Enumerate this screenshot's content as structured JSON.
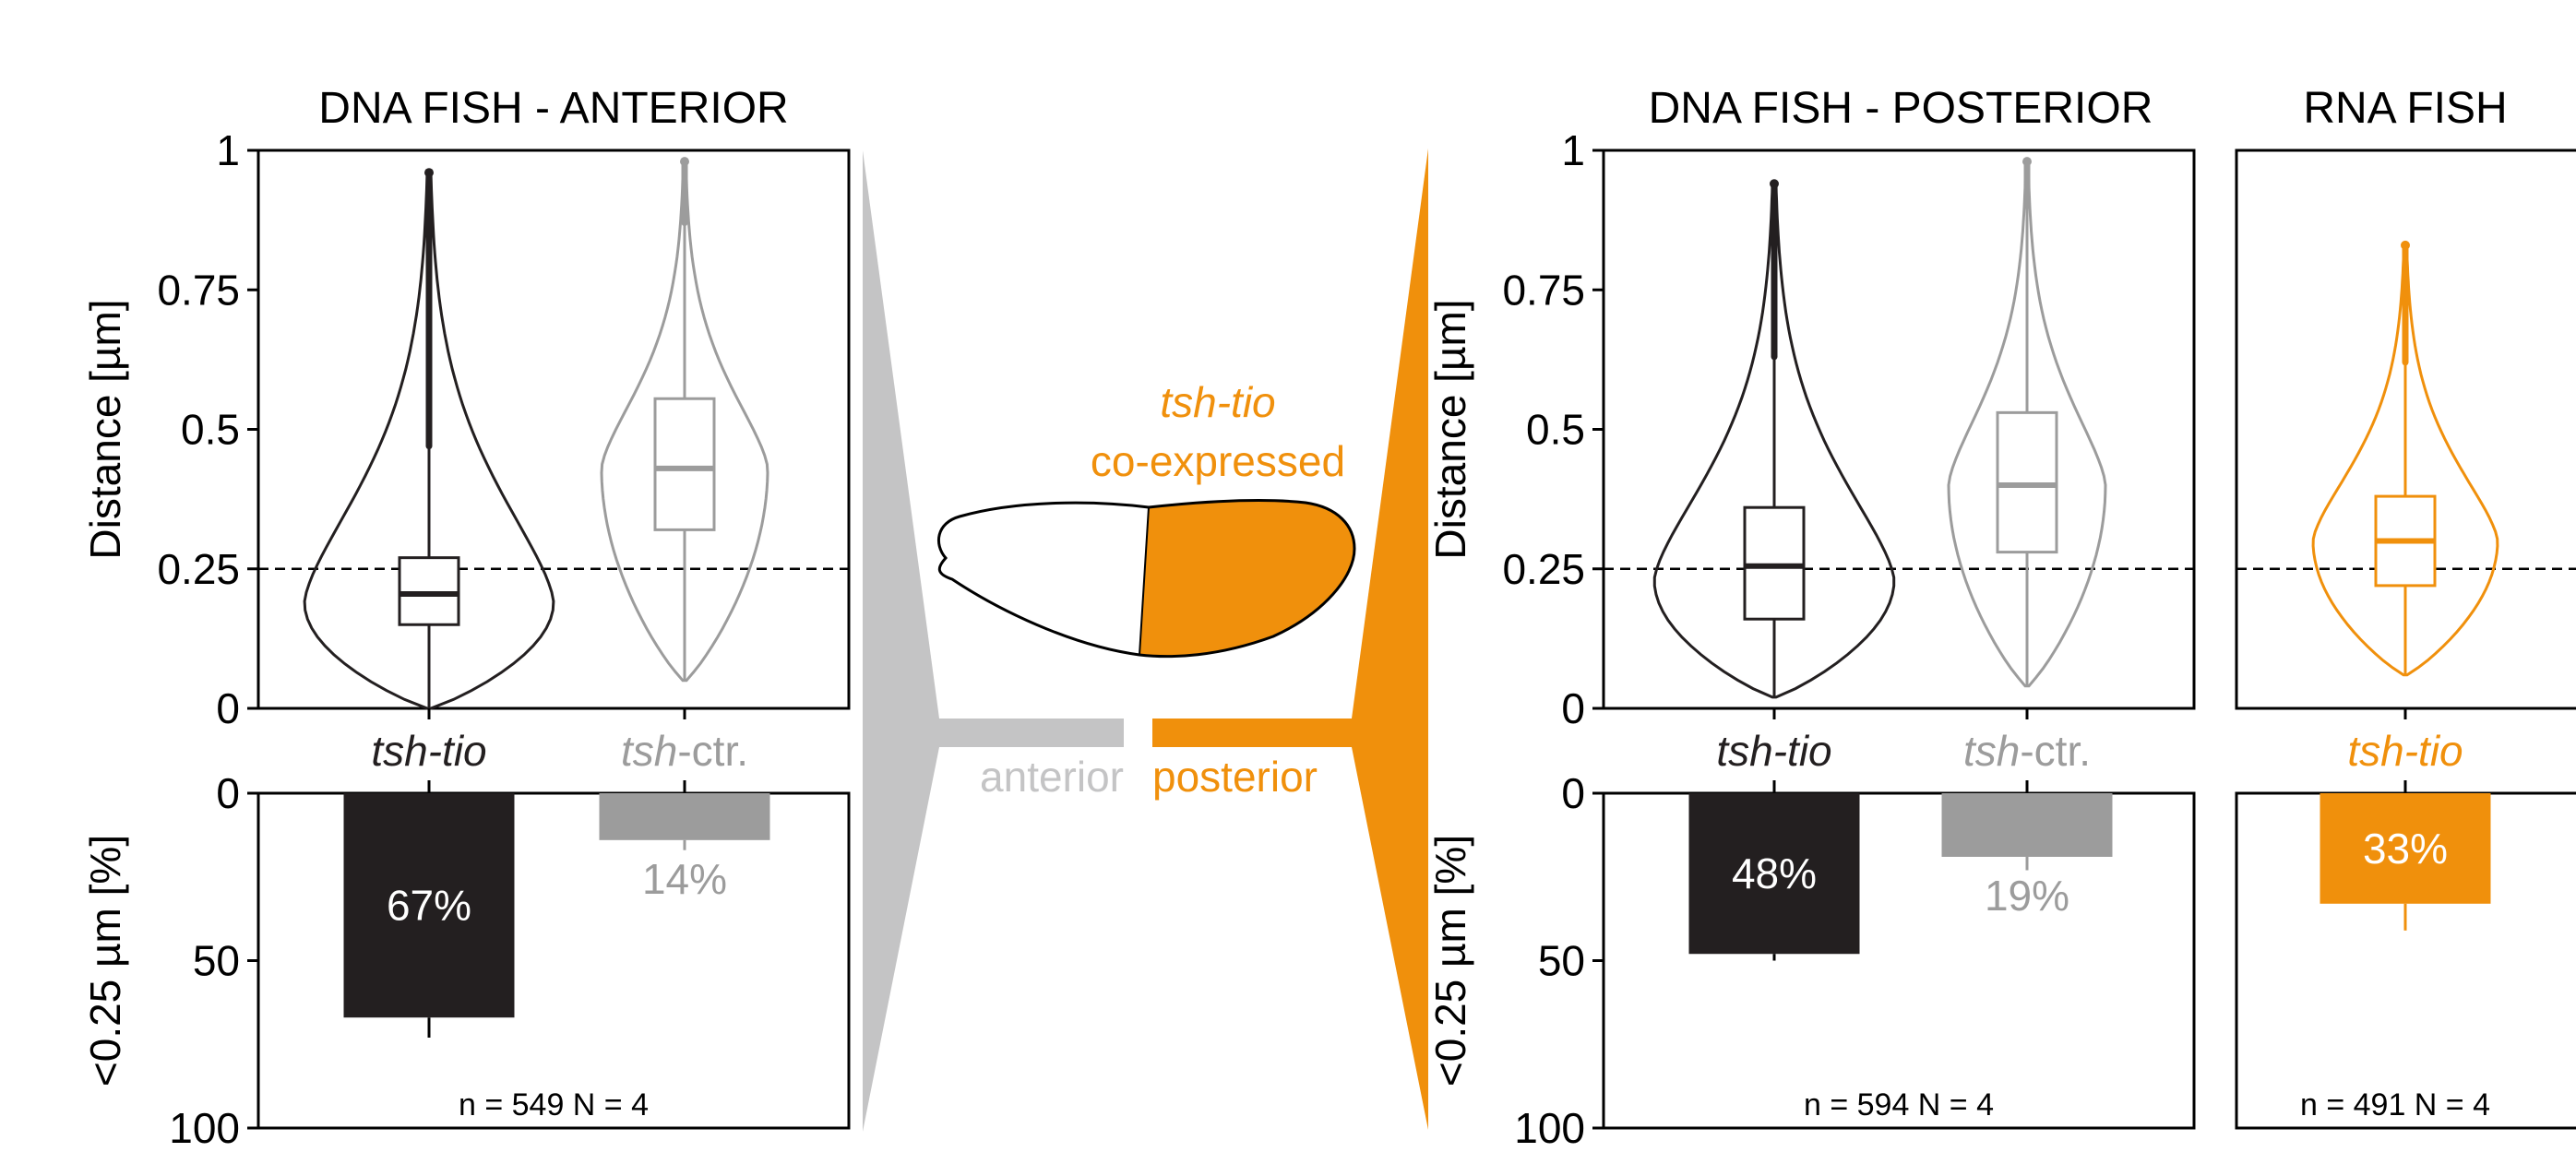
{
  "colors": {
    "black": "#231f20",
    "gray": "#9c9c9c",
    "orange": "#f0900c",
    "light_gray": "#c4c4c5"
  },
  "chart_data": [
    {
      "type": "violin+box",
      "title": "DNA FISH - ANTERIOR",
      "ylabel": "Distance [µm]",
      "ylim": [
        0,
        1
      ],
      "yticks": [
        "0",
        "0.25",
        "0.5",
        "0.75",
        "1"
      ],
      "threshold": 0.25,
      "categories": [
        {
          "name_italic": "tsh-tio",
          "name_rest": "",
          "color": "black",
          "min": 0.0,
          "q1": 0.15,
          "median": 0.205,
          "q3": 0.27,
          "upper_whisker": 0.47,
          "max": 0.96,
          "mode": 0.19
        },
        {
          "name_italic": "tsh",
          "name_rest": "-ctr.",
          "color": "gray",
          "min": 0.05,
          "q1": 0.32,
          "median": 0.43,
          "q3": 0.555,
          "upper_whisker": 0.87,
          "max": 0.98,
          "mode": 0.43
        }
      ]
    },
    {
      "type": "bar",
      "ylabel": "<0.25 µm [%]",
      "ylim": [
        0,
        100
      ],
      "yticks": [
        "0",
        "50",
        "100"
      ],
      "inverted": true,
      "categories": [
        "tsh-tio",
        "tsh-ctr."
      ],
      "values": [
        67,
        14
      ],
      "errors": [
        6,
        3
      ],
      "labels": [
        "67%",
        "14%"
      ],
      "annotation": "n = 549  N = 4"
    },
    {
      "type": "violin+box",
      "title": "DNA FISH - POSTERIOR",
      "ylabel": "Distance [µm]",
      "ylim": [
        0,
        1
      ],
      "yticks": [
        "0",
        "0.25",
        "0.5",
        "0.75",
        "1"
      ],
      "threshold": 0.25,
      "categories": [
        {
          "name_italic": "tsh-tio",
          "name_rest": "",
          "color": "black",
          "min": 0.02,
          "q1": 0.16,
          "median": 0.255,
          "q3": 0.36,
          "upper_whisker": 0.63,
          "max": 0.94,
          "mode": 0.23
        },
        {
          "name_italic": "tsh",
          "name_rest": "-ctr.",
          "color": "gray",
          "min": 0.04,
          "q1": 0.28,
          "median": 0.4,
          "q3": 0.53,
          "upper_whisker": 0.9,
          "max": 0.98,
          "mode": 0.4
        }
      ]
    },
    {
      "type": "bar",
      "ylabel": "<0.25 µm [%]",
      "ylim": [
        0,
        100
      ],
      "yticks": [
        "0",
        "50",
        "100"
      ],
      "inverted": true,
      "categories": [
        "tsh-tio",
        "tsh-ctr."
      ],
      "values": [
        48,
        19
      ],
      "errors": [
        2,
        4
      ],
      "labels": [
        "48%",
        "19%"
      ],
      "annotation": "n = 594  N = 4"
    },
    {
      "type": "violin+box",
      "title": "RNA FISH",
      "ylim": [
        0,
        1
      ],
      "threshold": 0.25,
      "categories": [
        {
          "name_italic": "tsh-tio",
          "name_rest": "",
          "color": "orange",
          "min": 0.06,
          "q1": 0.22,
          "median": 0.3,
          "q3": 0.38,
          "upper_whisker": 0.62,
          "max": 0.83,
          "mode": 0.3
        }
      ]
    },
    {
      "type": "bar",
      "ylim": [
        0,
        100
      ],
      "inverted": true,
      "categories": [
        "tsh-tio"
      ],
      "values": [
        33
      ],
      "errors": [
        8
      ],
      "labels": [
        "33%"
      ],
      "annotation": "n = 491  N = 4"
    }
  ],
  "embryo": {
    "title_italic": "tsh-tio",
    "title_line2": "co-expressed",
    "anterior_label": "anterior",
    "posterior_label": "posterior"
  }
}
